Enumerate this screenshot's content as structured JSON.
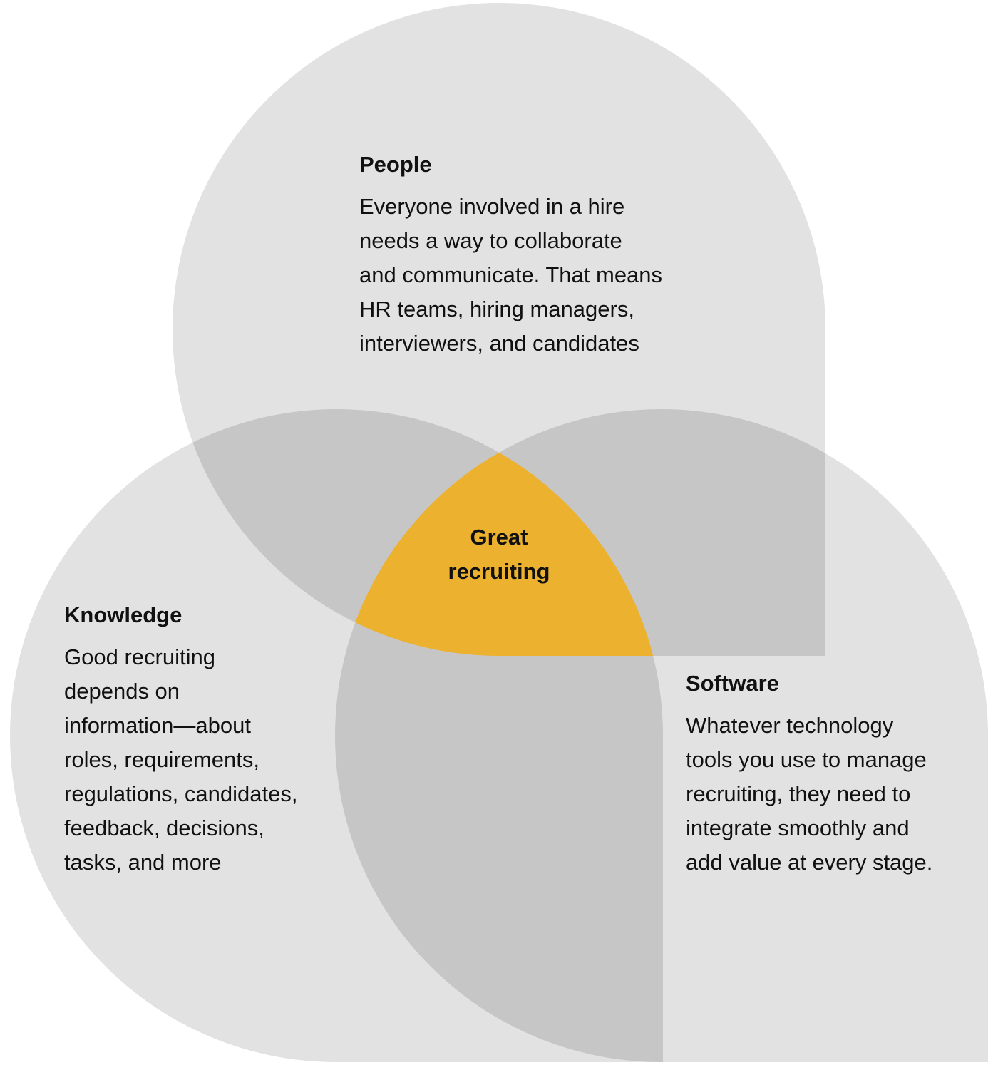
{
  "colors": {
    "region": "#e2e2e2",
    "overlap": "#c6c6c6",
    "center": "#ecb12e",
    "text": "#111111"
  },
  "people": {
    "title": "People",
    "lines": [
      "Everyone involved in a hire",
      "needs a way to collaborate",
      "and communicate. That means",
      "HR teams, hiring managers,",
      "interviewers, and candidates"
    ]
  },
  "knowledge": {
    "title": "Knowledge",
    "lines": [
      "Good recruiting",
      "depends on",
      "information—about",
      "roles, requirements,",
      "regulations, candidates,",
      "feedback, decisions,",
      "tasks, and more"
    ]
  },
  "software": {
    "title": "Software",
    "lines": [
      "Whatever technology",
      "tools you use to manage",
      "recruiting, they need to",
      "integrate smoothly and",
      "add value at every stage."
    ]
  },
  "center": {
    "lines": [
      "Great",
      "recruiting"
    ]
  }
}
